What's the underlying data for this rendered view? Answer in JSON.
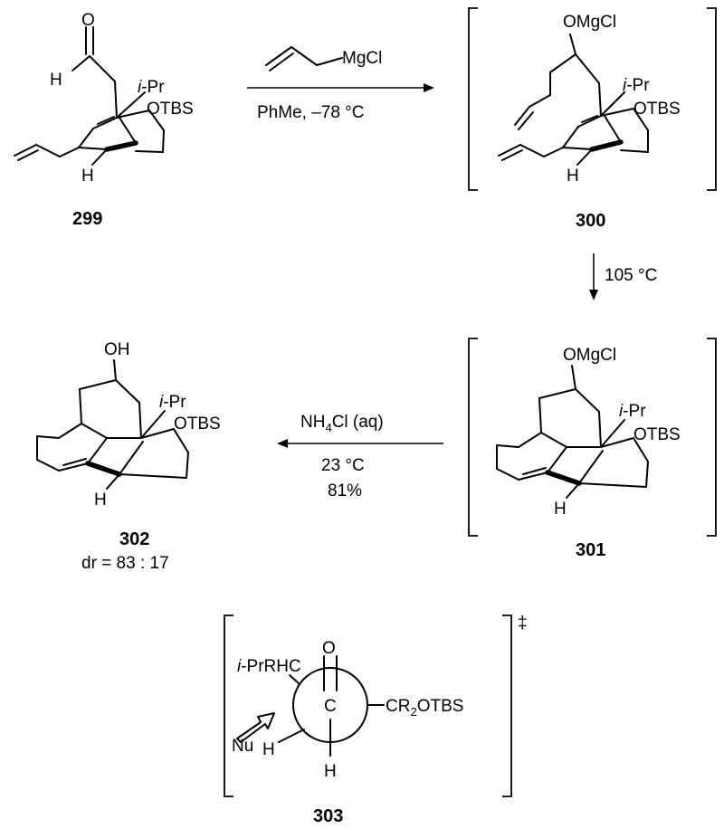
{
  "compounds": {
    "c299": {
      "label": "299",
      "atoms": {
        "o": "O",
        "h_ald": "H",
        "ipr": "i-Pr",
        "otbs": "OTBS",
        "h_bridge": "H"
      }
    },
    "c300": {
      "label": "300",
      "atoms": {
        "omgcl": "OMgCl",
        "ipr": "i-Pr",
        "otbs": "OTBS",
        "h_bridge": "H"
      }
    },
    "c301": {
      "label": "301",
      "atoms": {
        "omgcl": "OMgCl",
        "ipr": "i-Pr",
        "otbs": "OTBS",
        "h_bridge": "H"
      }
    },
    "c302": {
      "label": "302",
      "dr": "dr = 83 : 17",
      "atoms": {
        "oh": "OH",
        "ipr": "i-Pr",
        "otbs": "OTBS",
        "h_bridge": "H"
      }
    },
    "c303": {
      "label": "303",
      "dagger": "‡",
      "atoms": {
        "o": "O",
        "c": "C",
        "iprrhc": "i-PrRHC",
        "cr2otbs_a": "CR",
        "cr2otbs_sub": "2",
        "cr2otbs_b": "OTBS",
        "nu": "Nu",
        "h_left": "H",
        "h_bottom": "H"
      }
    }
  },
  "reagents": {
    "step1": {
      "reagent": "MgCl",
      "conditions": "PhMe, –78 °C"
    },
    "step2": {
      "conditions": "105 °C"
    },
    "step3": {
      "reagent_a": "NH",
      "reagent_sub": "4",
      "reagent_b": "Cl (aq)",
      "temp": "23 °C",
      "yield": "81%"
    }
  }
}
